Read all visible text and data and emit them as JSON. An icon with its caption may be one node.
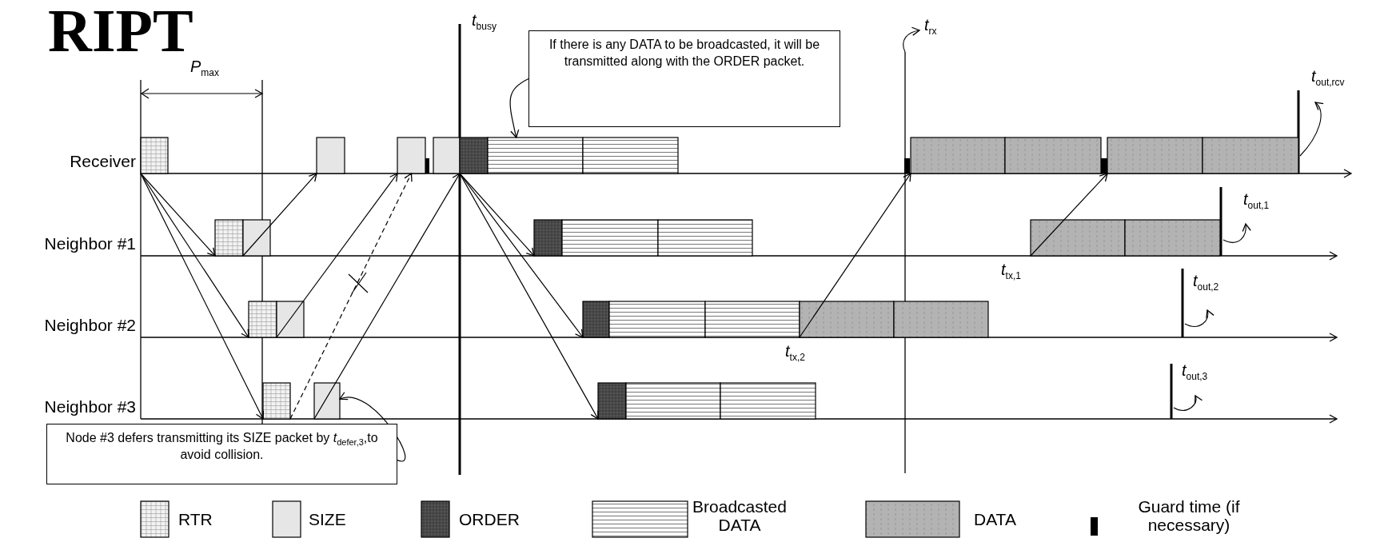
{
  "diagram": {
    "title": "RIPT",
    "nodes": [
      {
        "text": [],
        "shape": "box"
      },
      {
        "text": [],
        "shape": "box"
      },
      {
        "text": [],
        "shape": "box"
      },
      {
        "text": [],
        "shape": "box"
      },
      {
        "text": [],
        "shape": "box"
      },
      {
        "text": [],
        "shape": "box"
      },
      {
        "text": [],
        "shape": "box"
      },
      {
        "text": [],
        "shape": "box"
      },
      {
        "text": [],
        "shape": "box"
      },
      {
        "text": [],
        "shape": "box"
      },
      {
        "text": [],
        "shape": "box"
      },
      {
        "text": [],
        "shape": "box"
      },
      {
        "text": [],
        "shape": "box"
      },
      {
        "text": [],
        "shape": "box"
      },
      {
        "text": [],
        "shape": "box"
      },
      {
        "text": [],
        "shape": "box"
      },
      {
        "text": [],
        "shape": "box"
      },
      {
        "text": [],
        "shape": "box"
      },
      {
        "text": [],
        "shape": "box"
      },
      {
        "text": [],
        "shape": "box"
      },
      {
        "text": [],
        "shape": "box"
      },
      {
        "text": [],
        "shape": "box"
      },
      {
        "text": [],
        "shape": "box"
      },
      {
        "text": [],
        "shape": "box"
      },
      {
        "text": [],
        "shape": "box"
      },
      {
        "text": [],
        "shape": "box"
      },
      {
        "text": [],
        "shape": "box"
      },
      {
        "text": [],
        "shape": "box"
      },
      {
        "text": [],
        "shape": "box"
      },
      {
        "text": [],
        "shape": "box"
      },
      {
        "text": [
          "If there is any DATA to be broadcasted, it will be transmitted along with the ORDER packet."
        ]
      },
      {
        "text": [
          "Node #3 defers transmitting its SIZE packet by *t*$_{defer,3}$,to avoid collision."
        ]
      }
    ],
    "edges": [
      {
        "from": 0,
        "to": 11,
        "arrow": "to"
      },
      {
        "from": 0,
        "to": 18,
        "arrow": "to"
      },
      {
        "from": 0,
        "to": 25,
        "arrow": "to"
      },
      {
        "from": 12,
        "to": 1,
        "arrow": "to"
      },
      {
        "from": 19,
        "to": 2,
        "arrow": "to"
      },
      {
        "from": 25,
        "to": 2,
        "arrow": "to",
        "style": "dashed"
      },
      {
        "from": 26,
        "to": 3,
        "arrow": "to"
      },
      {
        "from": 4,
        "to": 13,
        "arrow": "to"
      },
      {
        "from": 4,
        "to": 20,
        "arrow": "to"
      },
      {
        "from": 4,
        "to": 27,
        "arrow": "to"
      },
      {
        "from": 23,
        "to": 7,
        "arrow": "to"
      },
      {
        "from": 16,
        "to": 9,
        "arrow": "to"
      },
      {
        "from": 30,
        "to": 5,
        "arrow": "to"
      },
      {
        "from": 31,
        "to": 26,
        "arrow": "to"
      }
    ],
    "labels": [
      "*P*$_{max}$",
      "*t*$_{busy}$",
      "*t*$_{rx}$",
      "*t*$_{out,rcv}$",
      "Receiver",
      "*t*$_{out,1}$",
      "Neighbor #1",
      "*t*$_{tx,1}$",
      "*t*$_{out,2}$",
      "Neighbor #2",
      "*t*$_{tx,2}$",
      "*t*$_{out,3}$",
      "Neighbor #3"
    ],
    "legend": [
      {
        "text": "RTR",
        "color": "#f2f2f2"
      },
      {
        "text": "SIZE",
        "color": "#e6e6e6"
      },
      {
        "text": "ORDER",
        "color": "#555555"
      },
      {
        "text": "Broadcasted DATA",
        "color": "#ffffff"
      },
      {
        "text": "DATA",
        "color": "#b3b3b3"
      },
      {
        "text": "Guard time (if necessary)",
        "color": "#000000"
      }
    ]
  }
}
